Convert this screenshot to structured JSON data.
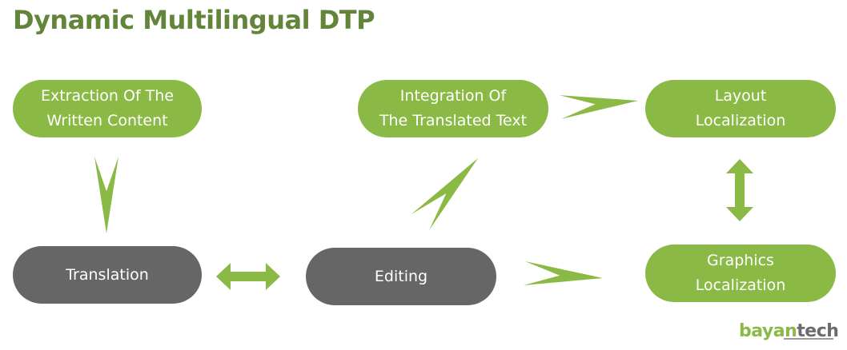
{
  "title": "Dynamic Multilingual DTP",
  "colors": {
    "title": "#62853a",
    "green": "#8ab945",
    "gray": "#666666",
    "logo_dark": "#6b6b6b"
  },
  "nodes": {
    "extraction": {
      "line1": "Extraction Of The",
      "line2": "Written Content"
    },
    "translation": {
      "line1": "Translation"
    },
    "editing": {
      "line1": "Editing"
    },
    "integration": {
      "line1": "Integration Of",
      "line2": "The Translated Text"
    },
    "layout": {
      "line1": "Layout",
      "line2": "Localization"
    },
    "graphics": {
      "line1": "Graphics",
      "line2": "Localization"
    }
  },
  "edges": [
    {
      "from": "Extraction Of The Written Content",
      "to": "Translation",
      "style": "one-way"
    },
    {
      "from": "Translation",
      "to": "Editing",
      "style": "two-way"
    },
    {
      "from": "Editing",
      "to": "Integration Of The Translated Text",
      "style": "one-way"
    },
    {
      "from": "Integration Of The Translated Text",
      "to": "Layout Localization",
      "style": "one-way"
    },
    {
      "from": "Editing",
      "to": "Graphics Localization",
      "style": "one-way"
    },
    {
      "from": "Layout Localization",
      "to": "Graphics Localization",
      "style": "two-way"
    }
  ],
  "logo": {
    "part1": "bayan",
    "part2": "tech"
  }
}
